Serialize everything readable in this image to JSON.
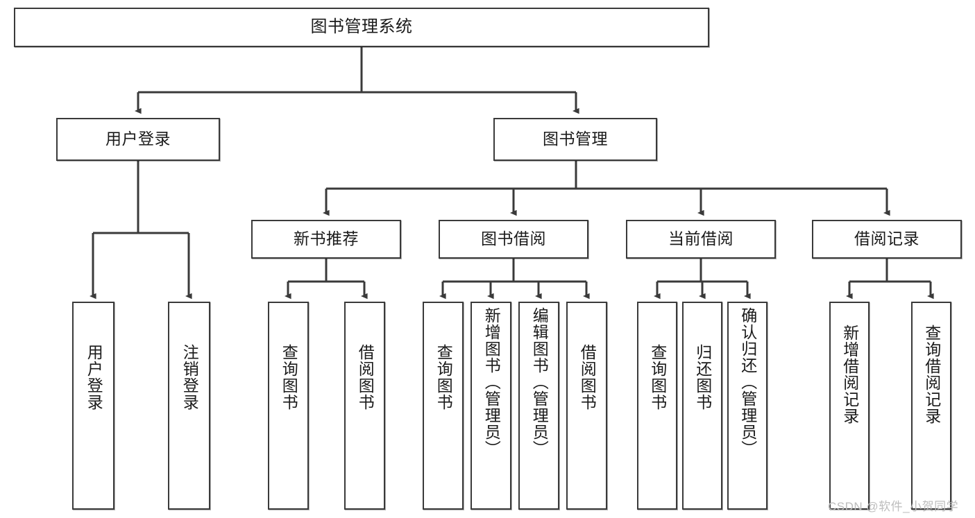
{
  "diagram": {
    "type": "tree",
    "orientation": "top-down",
    "edge_style": "orthogonal-with-arrowheads",
    "colors": {
      "box_border": "#3a3a3a",
      "box_fill": "#ffffff",
      "edge": "#3a3a3a",
      "text": "#1a1a1a",
      "watermark": "#bdbdbd",
      "background": "#ffffff"
    },
    "root": {
      "id": "root",
      "label": "图书管理系统"
    },
    "level2": [
      {
        "id": "user-login",
        "label": "用户登录"
      },
      {
        "id": "book-management",
        "label": "图书管理"
      }
    ],
    "level3": [
      {
        "id": "new-book-recommend",
        "label": "新书推荐",
        "parent": "book-management"
      },
      {
        "id": "book-borrow",
        "label": "图书借阅",
        "parent": "book-management"
      },
      {
        "id": "current-borrow",
        "label": "当前借阅",
        "parent": "book-management"
      },
      {
        "id": "borrow-record",
        "label": "借阅记录",
        "parent": "book-management"
      }
    ],
    "leaves": [
      {
        "id": "leaf-user-login",
        "label": "用户登录",
        "parent": "user-login"
      },
      {
        "id": "leaf-user-logout",
        "label": "注销登录",
        "parent": "user-login"
      },
      {
        "id": "leaf-query-book-1",
        "label": "查询图书",
        "parent": "new-book-recommend"
      },
      {
        "id": "leaf-borrow-book-1",
        "label": "借阅图书",
        "parent": "new-book-recommend"
      },
      {
        "id": "leaf-query-book-2",
        "label": "查询图书",
        "parent": "book-borrow"
      },
      {
        "id": "leaf-add-book",
        "label": "新增图书（管理员）",
        "parent": "book-borrow"
      },
      {
        "id": "leaf-edit-book",
        "label": "编辑图书（管理员）",
        "parent": "book-borrow"
      },
      {
        "id": "leaf-borrow-book-2",
        "label": "借阅图书",
        "parent": "book-borrow"
      },
      {
        "id": "leaf-query-book-3",
        "label": "查询图书",
        "parent": "current-borrow"
      },
      {
        "id": "leaf-return-book",
        "label": "归还图书",
        "parent": "current-borrow"
      },
      {
        "id": "leaf-confirm-return",
        "label": "确认归还（管理员）",
        "parent": "current-borrow"
      },
      {
        "id": "leaf-add-record",
        "label": "新增借阅记录",
        "parent": "borrow-record"
      },
      {
        "id": "leaf-query-record",
        "label": "查询借阅记录",
        "parent": "borrow-record"
      }
    ]
  },
  "watermark": {
    "text": "CSDN @软件_小贺同学"
  }
}
